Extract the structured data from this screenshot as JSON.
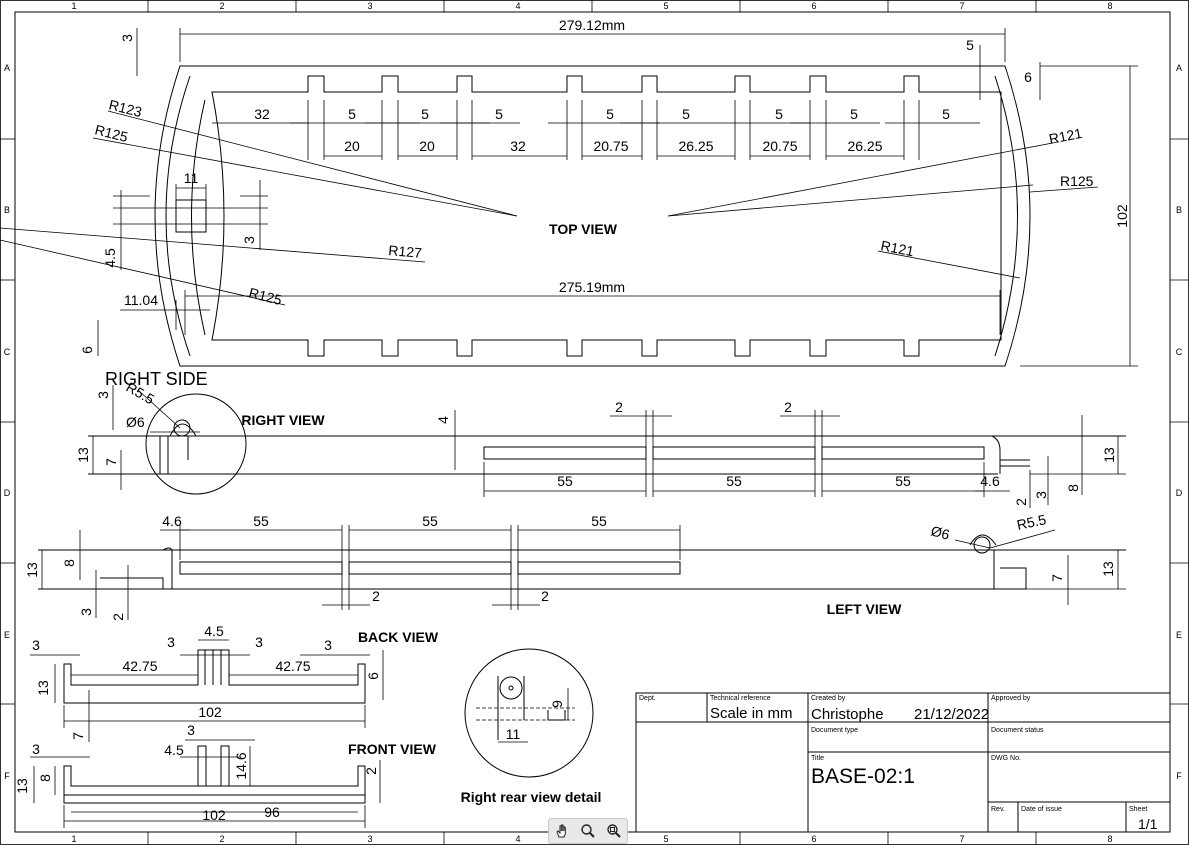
{
  "frame": {
    "cols": [
      "1",
      "2",
      "3",
      "4",
      "5",
      "6",
      "7",
      "8"
    ],
    "rows": [
      "A",
      "B",
      "C",
      "D",
      "E",
      "F"
    ]
  },
  "top_view": {
    "title": "TOP VIEW",
    "overall_length": "279.12mm",
    "inner_length": "275.19mm",
    "height": "102",
    "offset_left": "3",
    "offset_right": "5",
    "offset_right2": "6",
    "offset_left_bottom": "6",
    "slot_widths": [
      "32",
      "5",
      "5",
      "5",
      "5",
      "5",
      "5",
      "5",
      "5"
    ],
    "spacings": [
      "20",
      "20",
      "32",
      "20.75",
      "26.25",
      "20.75",
      "26.25"
    ],
    "radii": [
      "R123",
      "R125",
      "R127",
      "R125",
      "R121",
      "R125",
      "R121"
    ],
    "tab": "11",
    "tab_h": "3",
    "left_gap": "4.5",
    "left_off": "11.04"
  },
  "right_view": {
    "title": "RIGHT VIEW",
    "label": "RIGHT SIDE",
    "radius": "R5.5",
    "hole": "Ø6",
    "h13": "13",
    "h7": "7",
    "h3": "3",
    "h4": "4",
    "gaps": [
      "2",
      "2"
    ],
    "segments": [
      "55",
      "55",
      "55"
    ],
    "tail": "4.6",
    "right_dims": [
      "13",
      "8",
      "3",
      "2"
    ]
  },
  "left_view": {
    "title": "LEFT VIEW",
    "head": "4.6",
    "segments": [
      "55",
      "55",
      "55"
    ],
    "gaps": [
      "2",
      "2"
    ],
    "left_dims": [
      "13",
      "8",
      "3",
      "2"
    ],
    "hole": "Ø6",
    "radius": "R5.5",
    "right_dims": [
      "7",
      "13"
    ]
  },
  "back_view": {
    "title": "BACK VIEW",
    "dims": [
      "3",
      "3",
      "4.5",
      "3",
      "3",
      "42.75",
      "42.75",
      "13",
      "6",
      "102",
      "7"
    ]
  },
  "front_view": {
    "title": "FRONT VIEW",
    "dims": [
      "3",
      "3",
      "4.5",
      "14.6",
      "13",
      "8",
      "2",
      "102",
      "96"
    ]
  },
  "detail": {
    "title": "Right rear view detail",
    "dims": [
      "9",
      "11"
    ]
  },
  "title_block": {
    "dept_label": "Dept.",
    "techref_label": "Technical reference",
    "techref_value": "Scale in mm",
    "created_label": "Created by",
    "created_value": "Christophe",
    "created_date": "21/12/2022",
    "approved_label": "Approved by",
    "doctype_label": "Document type",
    "docstatus_label": "Document status",
    "title_label": "Title",
    "title_value": "BASE-02:1",
    "dwg_label": "DWG No.",
    "rev_label": "Rev.",
    "date_issue_label": "Date of issue",
    "sheet_label": "Sheet",
    "sheet_value": "1/1"
  }
}
